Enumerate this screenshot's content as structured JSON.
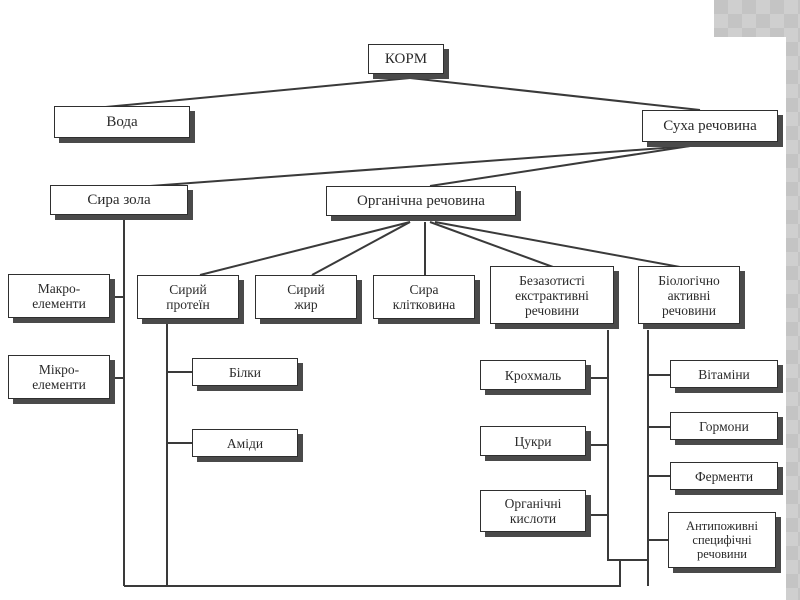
{
  "diagram": {
    "title": "КОРМ",
    "nodes": {
      "korm": "КОРМ",
      "voda": "Вода",
      "sukha": "Суха речовина",
      "syra_zola": "Сира зола",
      "orhanichna": "Органічна речовина",
      "makro": "Макро-\nелементи",
      "mikro": "Мікро-\nелементи",
      "syryi_protein": "Сирий\nпротеїн",
      "syryi_zhyr": "Сирий\nжир",
      "syra_klitkovyna": "Сира\nклітковина",
      "bezazotysti": "Безазотисті\nекстрактивні\nречовини",
      "biolohichno": "Біологічно\nактивні\nречовини",
      "bilky": "Білки",
      "amidy": "Аміди",
      "krokhmal": "Крохмаль",
      "tsukry": "Цукри",
      "orh_kysloty": "Органічні\nкислоти",
      "vitaminy": "Вітаміни",
      "hormony": "Гормони",
      "fermenty": "Ферменти",
      "antypozhyvni": "Антипоживні\nспецифічні\nречовини"
    },
    "edges": [
      [
        "КОРМ",
        "Вода"
      ],
      [
        "КОРМ",
        "Суха речовина"
      ],
      [
        "Суха речовина",
        "Сира зола"
      ],
      [
        "Суха речовина",
        "Органічна речовина"
      ],
      [
        "Сира зола",
        "Макро-елементи"
      ],
      [
        "Сира зола",
        "Мікро-елементи"
      ],
      [
        "Органічна речовина",
        "Сирий протеїн"
      ],
      [
        "Органічна речовина",
        "Сирий жир"
      ],
      [
        "Органічна речовина",
        "Сира клітковина"
      ],
      [
        "Органічна речовина",
        "Безазотисті екстрактивні речовини"
      ],
      [
        "Органічна речовина",
        "Біологічно активні речовини"
      ],
      [
        "Сирий протеїн",
        "Білки"
      ],
      [
        "Сирий протеїн",
        "Аміди"
      ],
      [
        "Безазотисті екстрактивні речовини",
        "Крохмаль"
      ],
      [
        "Безазотисті екстрактивні речовини",
        "Цукри"
      ],
      [
        "Безазотисті екстрактивні речовини",
        "Органічні кислоти"
      ],
      [
        "Біологічно активні речовини",
        "Вітаміни"
      ],
      [
        "Біологічно активні речовини",
        "Гормони"
      ],
      [
        "Біологічно активні речовини",
        "Ферменти"
      ],
      [
        "Біологічно активні речовини",
        "Антипоживні специфічні речовини"
      ]
    ]
  }
}
